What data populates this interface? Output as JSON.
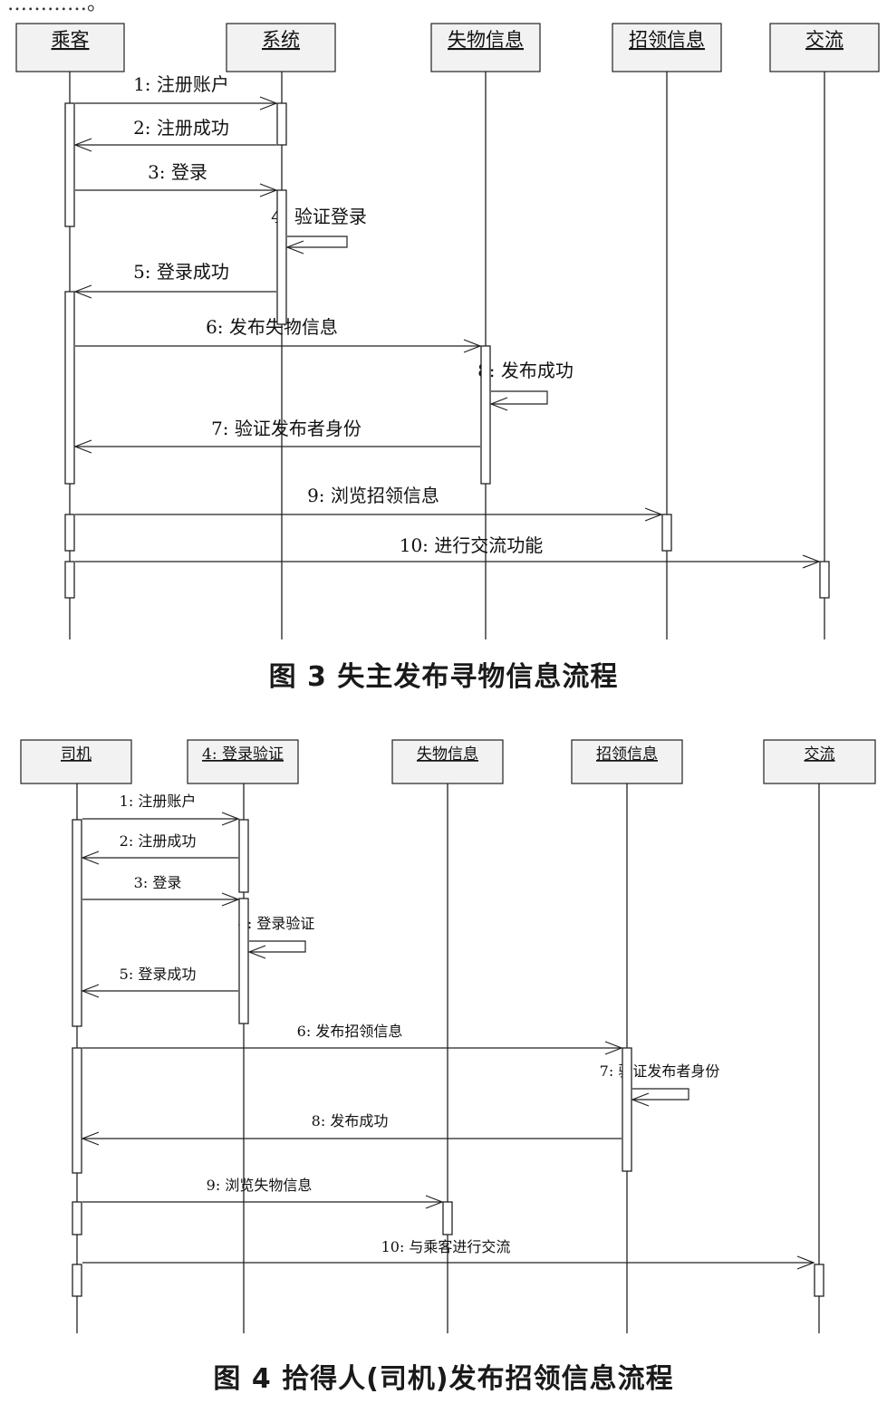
{
  "top_fragment": "…………。",
  "diagrams": [
    {
      "caption": "图 3  失主发布寻物信息流程",
      "participants": [
        "乘客",
        "系统",
        "失物信息",
        "招领信息",
        "交流"
      ],
      "messages": [
        "1: 注册账户",
        "2: 注册成功",
        "3: 登录",
        "4: 验证登录",
        "5: 登录成功",
        "6: 发布失物信息",
        "7: 验证发布者身份",
        "8: 发布成功",
        "9: 浏览招领信息",
        "10: 进行交流功能"
      ]
    },
    {
      "caption": "图 4  拾得人(司机)发布招领信息流程",
      "participants": [
        "司机",
        "4: 登录验证",
        "失物信息",
        "招领信息",
        "交流"
      ],
      "messages": [
        "1: 注册账户",
        "2: 注册成功",
        "3: 登录",
        "4: 登录验证",
        "5: 登录成功",
        "6: 发布招领信息",
        "7: 验证发布者身份",
        "8: 发布成功",
        "9: 浏览失物信息",
        "10: 与乘客进行交流"
      ]
    }
  ]
}
